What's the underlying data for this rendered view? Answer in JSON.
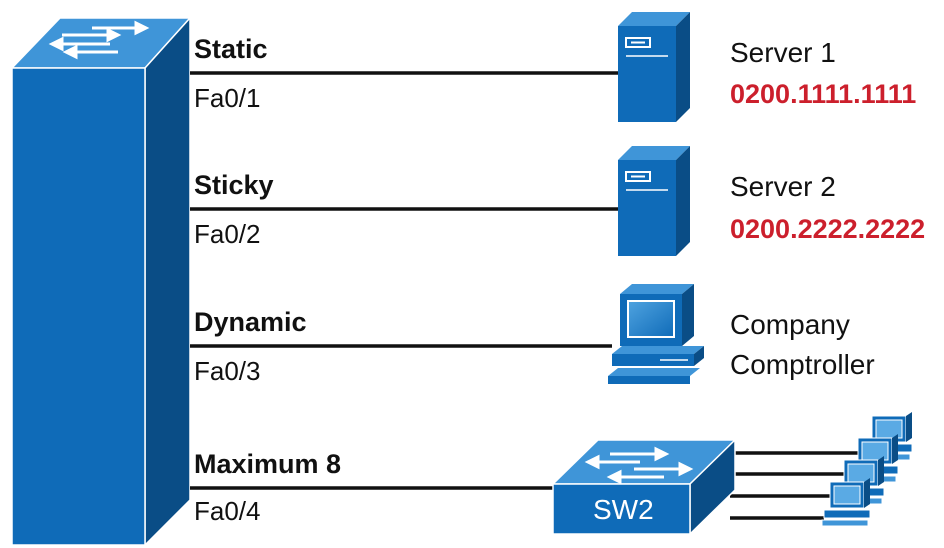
{
  "colors": {
    "device_blue": "#0f6bb8",
    "device_blue_light": "#3f95d8",
    "device_blue_dark": "#0a4d86",
    "mac_red": "#cc1f2c"
  },
  "links": [
    {
      "mode": "Static",
      "port": "Fa0/1"
    },
    {
      "mode": "Sticky",
      "port": "Fa0/2"
    },
    {
      "mode": "Dynamic",
      "port": "Fa0/3"
    },
    {
      "mode": "Maximum 8",
      "port": "Fa0/4"
    }
  ],
  "devices": [
    {
      "icon": "server-icon",
      "name": "Server 1",
      "mac": "0200.1111.1111"
    },
    {
      "icon": "server-icon",
      "name": "Server 2",
      "mac": "0200.2222.2222"
    },
    {
      "icon": "pc-icon",
      "name_line1": "Company",
      "name_line2": "Comptroller"
    },
    {
      "icon": "switch-icon",
      "name": "SW2"
    }
  ],
  "icons": [
    "multilayer-switch-icon",
    "server-icon",
    "pc-icon",
    "switch-icon",
    "arrows-icon"
  ]
}
